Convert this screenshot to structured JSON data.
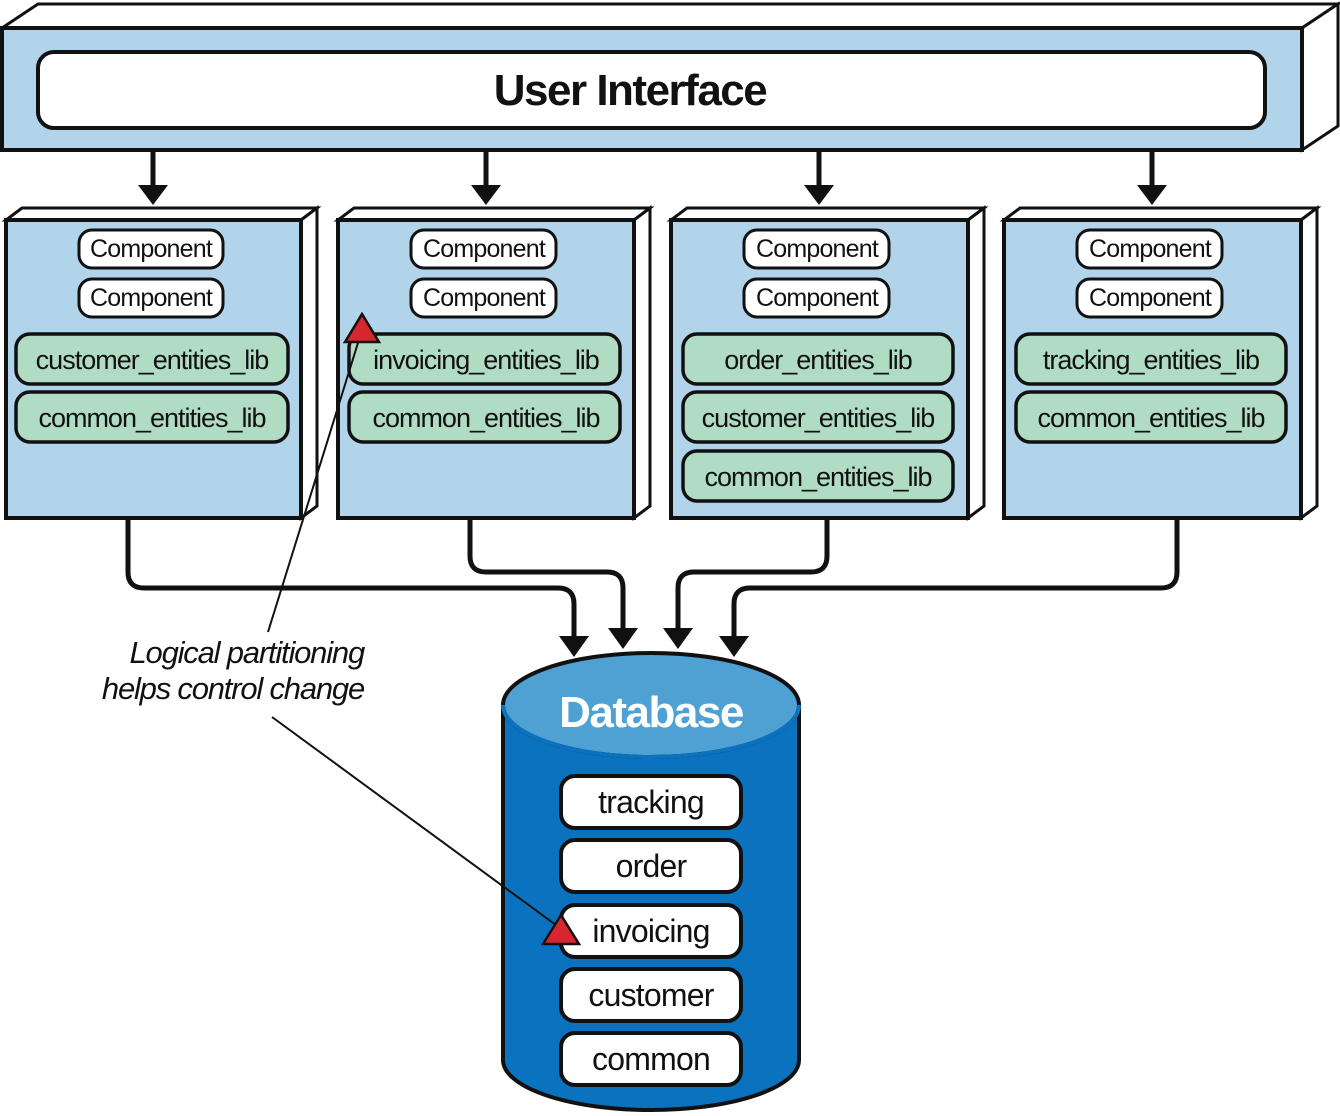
{
  "user_interface": {
    "label": "User Interface"
  },
  "services": [
    {
      "components": [
        "Component",
        "Component"
      ],
      "libs": [
        "customer_entities_lib",
        "common_entities_lib"
      ]
    },
    {
      "components": [
        "Component",
        "Component"
      ],
      "libs": [
        "invoicing_entities_lib",
        "common_entities_lib"
      ]
    },
    {
      "components": [
        "Component",
        "Component"
      ],
      "libs": [
        "order_entities_lib",
        "customer_entities_lib",
        "common_entities_lib"
      ]
    },
    {
      "components": [
        "Component",
        "Component"
      ],
      "libs": [
        "tracking_entities_lib",
        "common_entities_lib"
      ]
    }
  ],
  "database": {
    "label": "Database",
    "tables": [
      "tracking",
      "order",
      "invoicing",
      "customer",
      "common"
    ]
  },
  "callout": {
    "lines": [
      "Logical partitioning",
      "helps control change"
    ]
  },
  "colors": {
    "panel_fill": "#b2d4ea",
    "lib_fill": "#b1dcc4",
    "db_body": "#0a72bf",
    "db_top": "#4fa0d3",
    "marker": "#d8262e",
    "outline": "#111111"
  }
}
